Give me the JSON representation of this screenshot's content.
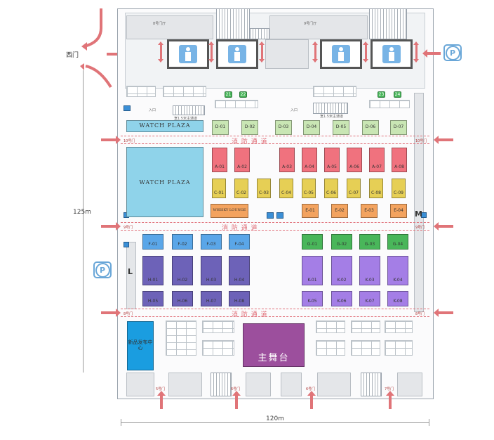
{
  "colors": {
    "light_blue": "#8fd3ea",
    "red": "#f0727e",
    "yellow": "#e6cf55",
    "green": "#9bd384",
    "light_green": "#c9e6b4",
    "orange": "#f3a35f",
    "blue": "#5aa6e8",
    "indigo": "#6d62b8",
    "violet": "#a47ee6",
    "stage": "#9c4f9d",
    "cyan": "#1a9de0",
    "aisle": "#e0707a",
    "parking": "#6aa7d8"
  },
  "labels": {
    "west_gate": "西门",
    "dim_height": "125m",
    "dim_width": "120m",
    "stage": "主舞台",
    "watch_plaza_top": "WATCH PLAZA",
    "watch_plaza_main": "WATCH PLAZA",
    "whisky_lounge": "WHISKY LOUNGE",
    "side_room": "新品发布中心",
    "aisle_text": "消 防 通 道",
    "marker_m": "M",
    "marker_l": "L",
    "parking": "P",
    "top_lobby_left": "8号门厅",
    "top_lobby_right": "9号门厅",
    "entrance_left": "入口",
    "entrance_right": "入口",
    "corridor_left": "宽1.5米主通道",
    "corridor_right": "宽1.5米主通道",
    "green_badges": [
      "21",
      "22",
      "23",
      "24"
    ],
    "door_10": "10号门",
    "door_9": "9号门",
    "door_8": "8号门",
    "door_5": "5号门",
    "door_6": "6号门",
    "door_7": "7号门"
  },
  "booths": {
    "D": [
      "D-01",
      "D-02",
      "D-03",
      "D-04",
      "D-05",
      "D-06",
      "D-07"
    ],
    "A": [
      "A-01",
      "A-02",
      "A-03",
      "A-04",
      "A-05",
      "A-06",
      "A-07",
      "A-08"
    ],
    "C": [
      "C-01",
      "C-02",
      "C-03",
      "C-04",
      "C-05",
      "C-06",
      "C-07",
      "C-08",
      "C-09"
    ],
    "E": [
      "E-01",
      "E-02",
      "E-03",
      "E-04"
    ],
    "F": [
      "F-01",
      "F-02",
      "F-03",
      "F-04"
    ],
    "G": [
      "G-01",
      "G-02",
      "G-03",
      "G-04"
    ],
    "H": [
      "H-01",
      "H-02",
      "H-03",
      "H-04",
      "H-05",
      "H-06",
      "H-07",
      "H-08"
    ],
    "K": [
      "K-01",
      "K-02",
      "K-03",
      "K-04",
      "K-05",
      "K-06",
      "K-07",
      "K-08"
    ]
  }
}
